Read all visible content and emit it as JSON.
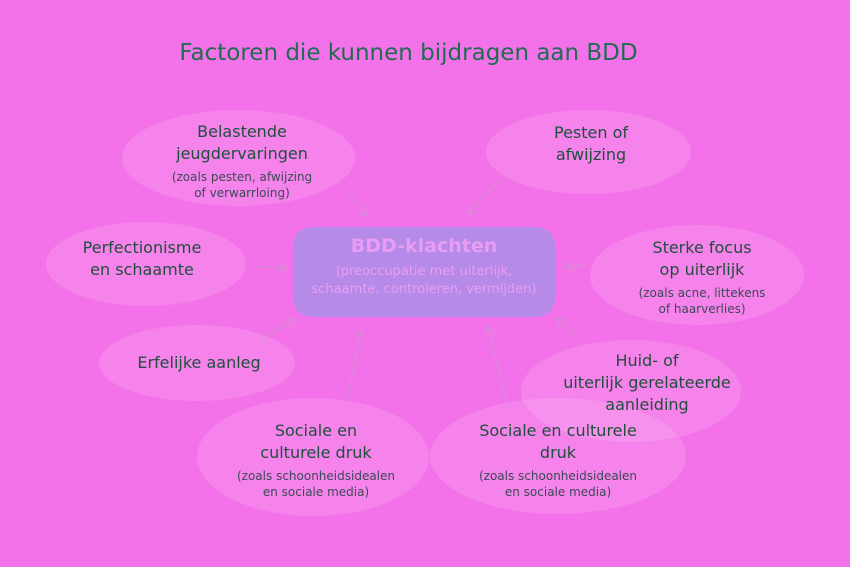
{
  "title": "Factoren die kunnen bijdragen aan BDD",
  "center": {
    "title": "BDD-klachten",
    "subtitle_line1": "(preoccupatie met uiterlijk,",
    "subtitle_line2": "schaamte, controleren, vermijden)"
  },
  "nodes": {
    "jeugd": {
      "line1": "Belastende",
      "line2": "jeugdervaringen",
      "sub1": "(zoals pesten, afwijzing",
      "sub2": "of verwarrloing)"
    },
    "pesten": {
      "line1": "Pesten of",
      "line2": "afwijzing"
    },
    "perfectionisme": {
      "line1": "Perfectionisme",
      "line2": "en schaamte"
    },
    "focus": {
      "line1": "Sterke focus",
      "line2": "op uiterlijk",
      "sub1": "(zoals acne, littekens",
      "sub2": "of haarverlies)"
    },
    "erfelijk": {
      "line1": "Erfelijke aanleg"
    },
    "huid": {
      "line1": "Huid- of",
      "line2": "uiterlijk gerelateerde",
      "line3": "aanleiding"
    },
    "sociaal_links": {
      "line1": "Sociale en",
      "line2": "culturele druk",
      "sub1": "(zoals schoonheidsidealen",
      "sub2": "en sociale media)"
    },
    "sociaal_rechts": {
      "line1": "Sociale en culturele",
      "line2": "druk",
      "sub1": "(zoals schoonheidsidealen",
      "sub2": "en sociale media)"
    }
  },
  "colors": {
    "background": "#f472e9",
    "center_box": "#b68ae8",
    "title": "#1f6b4f",
    "arrow": "#d98ad6"
  }
}
